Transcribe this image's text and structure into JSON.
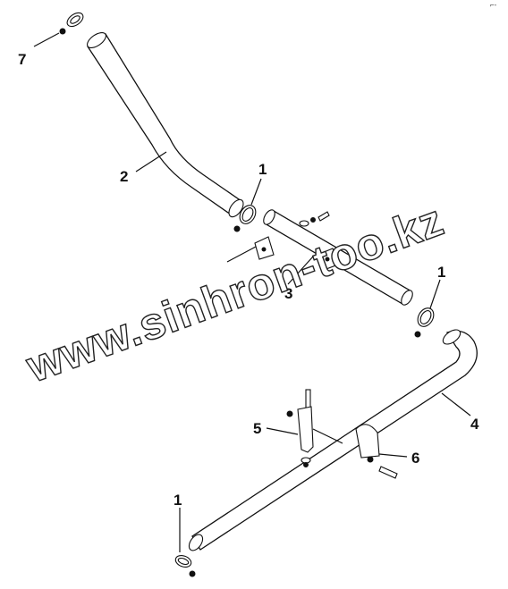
{
  "corner_mark": "⌐-",
  "callouts": {
    "c1_top": "1",
    "c2": "2",
    "c3": "3",
    "c1_right": "1",
    "c4": "4",
    "c5": "5",
    "c6": "6",
    "c1_bottom": "1",
    "c7": "7"
  },
  "watermark": "www.sinhron-too.kz"
}
